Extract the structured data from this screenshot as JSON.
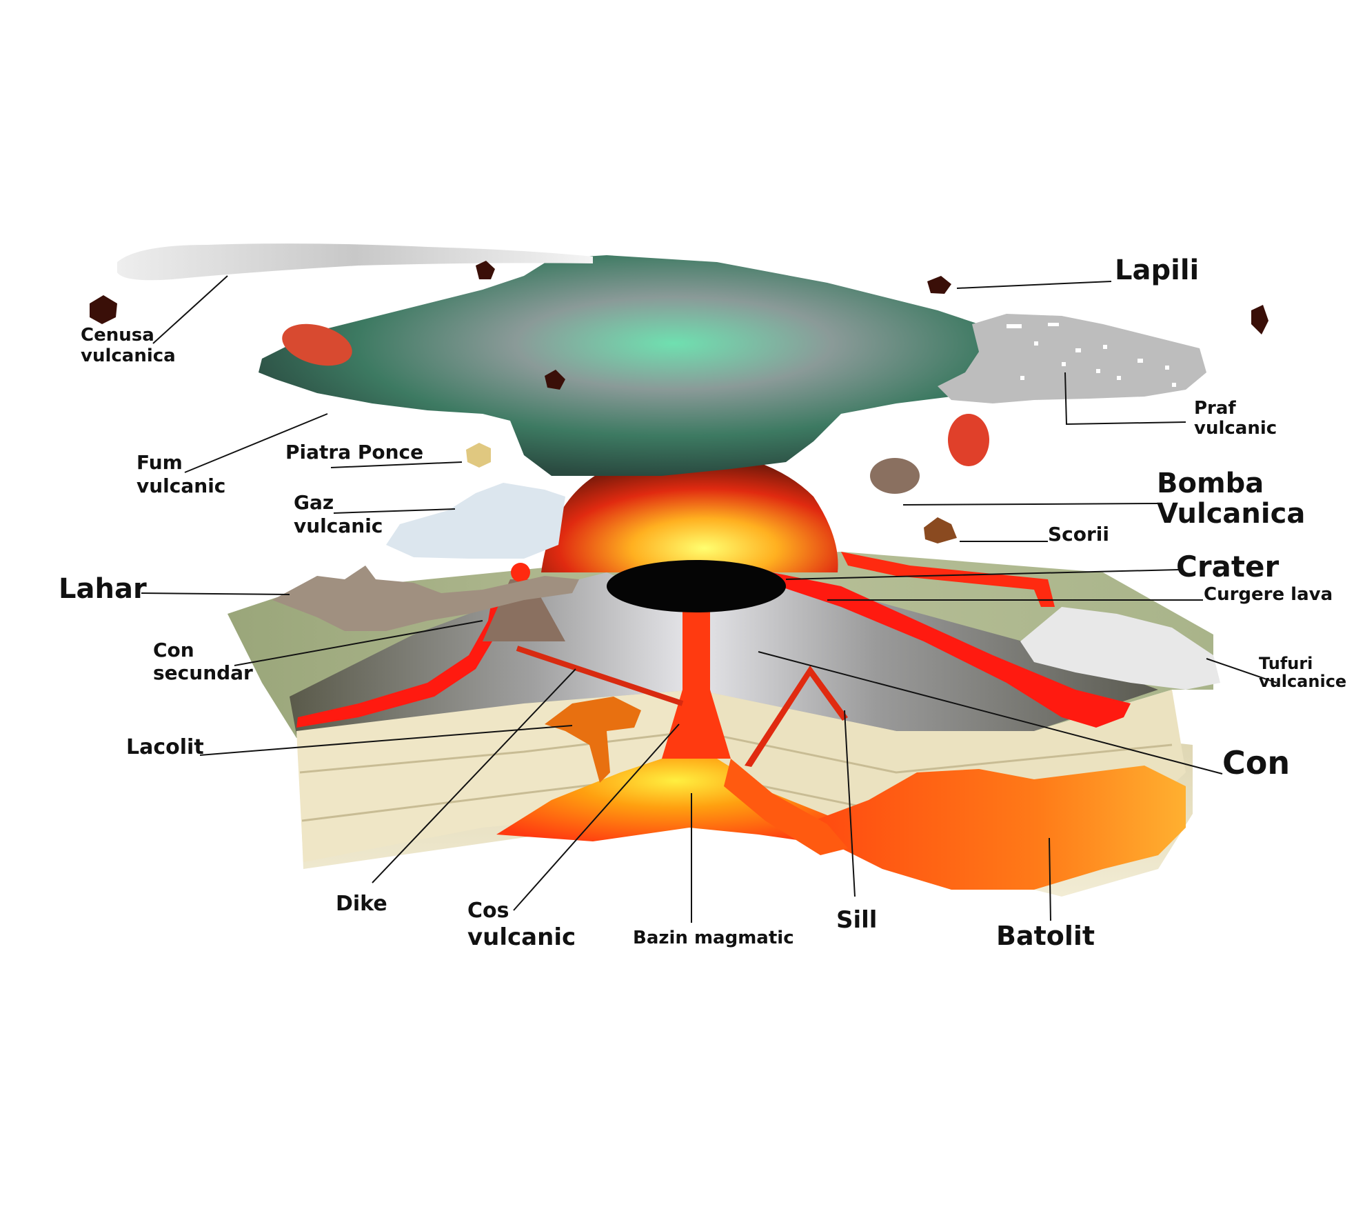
{
  "labels": {
    "cenusa_1": "Cenusa",
    "cenusa_2": "vulcanica",
    "fum_1": "Fum",
    "fum_2": "vulcanic",
    "piatra_ponce": "Piatra Ponce",
    "gaz_1": "Gaz",
    "gaz_2": "vulcanic",
    "lahar": "Lahar",
    "con_secundar_1": "Con",
    "con_secundar_2": "secundar",
    "lacolit": "Lacolit",
    "dike": "Dike",
    "cos_1": "Cos",
    "cos_2": "vulcanic",
    "bazin": "Bazin magmatic",
    "sill": "Sill",
    "batolit": "Batolit",
    "lapili": "Lapili",
    "praf_1": "Praf",
    "praf_2": "vulcanic",
    "bomba_1": "Bomba",
    "bomba_2": "Vulcanica",
    "scorii": "Scorii",
    "crater": "Crater",
    "curgere": "Curgere lava",
    "tufuri_1": "Tufuri",
    "tufuri_2": "vulcanice",
    "con": "Con"
  },
  "colors": {
    "plume": "#3d8a6e",
    "plume_glow": "#6fe0b0",
    "lava": "#ff2a10",
    "magma": "#ff8c00",
    "ground_top": "#8a9a6a",
    "ground_side": "#e6dcb8",
    "cone_gray": "#8a8a8a",
    "ash": "#d8d8d8"
  }
}
